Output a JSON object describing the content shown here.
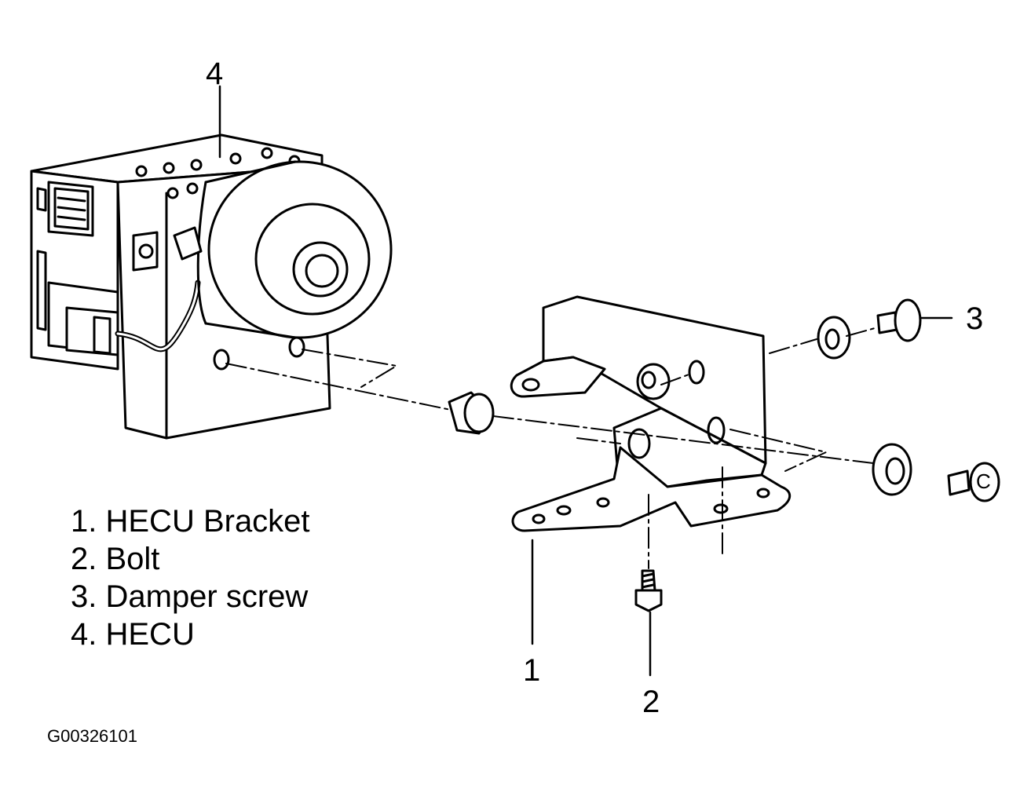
{
  "legend": {
    "items": [
      {
        "number": "1.",
        "label": "HECU Bracket"
      },
      {
        "number": "2.",
        "label": "Bolt"
      },
      {
        "number": "3.",
        "label": "Damper screw"
      },
      {
        "number": "4.",
        "label": "HECU"
      }
    ]
  },
  "callouts": {
    "hecu": "4",
    "bracket": "1",
    "bolt": "2",
    "damper_screw": "3"
  },
  "figure_id": "G00326101",
  "cut_marker": "C"
}
